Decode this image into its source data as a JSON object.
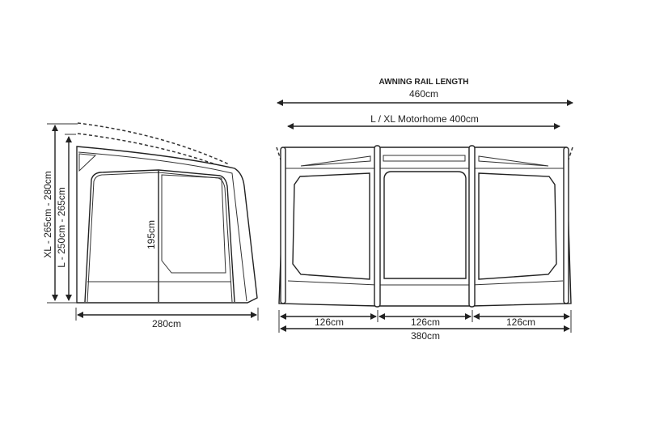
{
  "side_view": {
    "height_xl": "XL - 265cm - 280cm",
    "height_l": "L - 250cm - 265cm",
    "door_height": "195cm",
    "depth": "280cm"
  },
  "front_view": {
    "rail_title": "AWNING RAIL LENGTH",
    "rail_length": "460cm",
    "motorhome_length": "L / XL Motorhome 400cm",
    "panels": [
      "126cm",
      "126cm",
      "126cm"
    ],
    "total_width": "380cm"
  },
  "colors": {
    "line": "#222222",
    "background": "#ffffff"
  }
}
